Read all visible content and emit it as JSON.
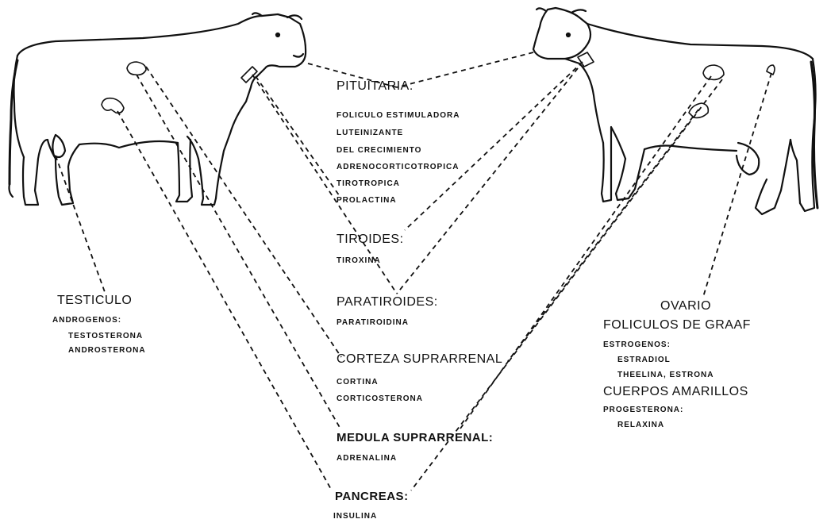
{
  "colors": {
    "ink": "#111111",
    "background": "#ffffff"
  },
  "figures": {
    "left_animal": "bull-icon",
    "right_animal": "cow-icon"
  },
  "glands": {
    "pituitaria": {
      "title": "PITUITARIA:",
      "hormones": [
        "FOLICULO ESTIMULADORA",
        "LUTEINIZANTE",
        "DEL CRECIMIENTO",
        "ADRENOCORTICOTROPICA",
        "TIROTROPICA",
        "PROLACTINA"
      ]
    },
    "tiroides": {
      "title": "TIROIDES:",
      "hormones": [
        "TIROXINA"
      ]
    },
    "paratiroides": {
      "title": "PARATIROIDES:",
      "hormones": [
        "PARATIROIDINA"
      ]
    },
    "corteza": {
      "title": "CORTEZA SUPRARRENAL",
      "hormones": [
        "CORTINA",
        "CORTICOSTERONA"
      ]
    },
    "medula": {
      "title": "MEDULA SUPRARRENAL:",
      "hormones": [
        "ADRENALINA"
      ]
    },
    "pancreas": {
      "title": "PANCREAS:",
      "hormones": [
        "INSULINA"
      ]
    },
    "testiculo": {
      "title": "TESTICULO",
      "group": "ANDROGENOS:",
      "hormones": [
        "TESTOSTERONA",
        "ANDROSTERONA"
      ]
    },
    "ovario": {
      "title": "OVARIO",
      "graaf_title": "FOLICULOS DE GRAAF",
      "estrogen_group": "ESTROGENOS:",
      "estrogens": [
        "ESTRADIOL",
        "THEELINA, ESTRONA"
      ],
      "corpus_title": "CUERPOS AMARILLOS",
      "progest_group": "PROGESTERONA:",
      "progest": [
        "RELAXINA"
      ]
    }
  }
}
